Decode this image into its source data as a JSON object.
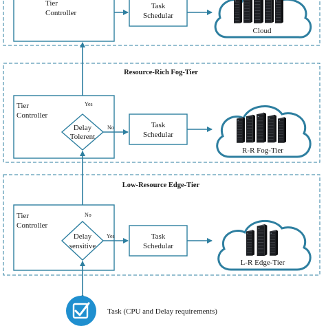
{
  "colors": {
    "accent": "#2e7fa0",
    "task_icon": "#1f8fcf",
    "server": "#1e2024"
  },
  "cloud_tier": {
    "controller_label": [
      "Tier",
      "Controller"
    ],
    "scheduler_label": [
      "Task",
      "Schedular"
    ],
    "cloud_label": "Cloud",
    "server_icon": "server-rack-icon"
  },
  "fog_tier": {
    "title": "Resource-Rich Fog-Tier",
    "controller_label": [
      "Tier",
      "Controller"
    ],
    "decision_label": [
      "Delay",
      "Tolerent"
    ],
    "yes_label": "Yes",
    "no_label": "No",
    "scheduler_label": [
      "Task",
      "Schedular"
    ],
    "cloud_label": "R-R Fog-Tier",
    "server_icon": "server-rack-icon"
  },
  "edge_tier": {
    "title": "Low-Resource Edge-Tier",
    "controller_label": [
      "Tier",
      "Controller"
    ],
    "decision_label": [
      "Delay",
      "sensitive"
    ],
    "no_label": "No",
    "yes_label": "Yes",
    "scheduler_label": [
      "Task",
      "Schedular"
    ],
    "cloud_label": "L-R Edge-Tier",
    "server_icon": "server-rack-icon"
  },
  "task": {
    "icon": "checkbox-icon",
    "label": "Task (CPU and Delay requirements)"
  }
}
